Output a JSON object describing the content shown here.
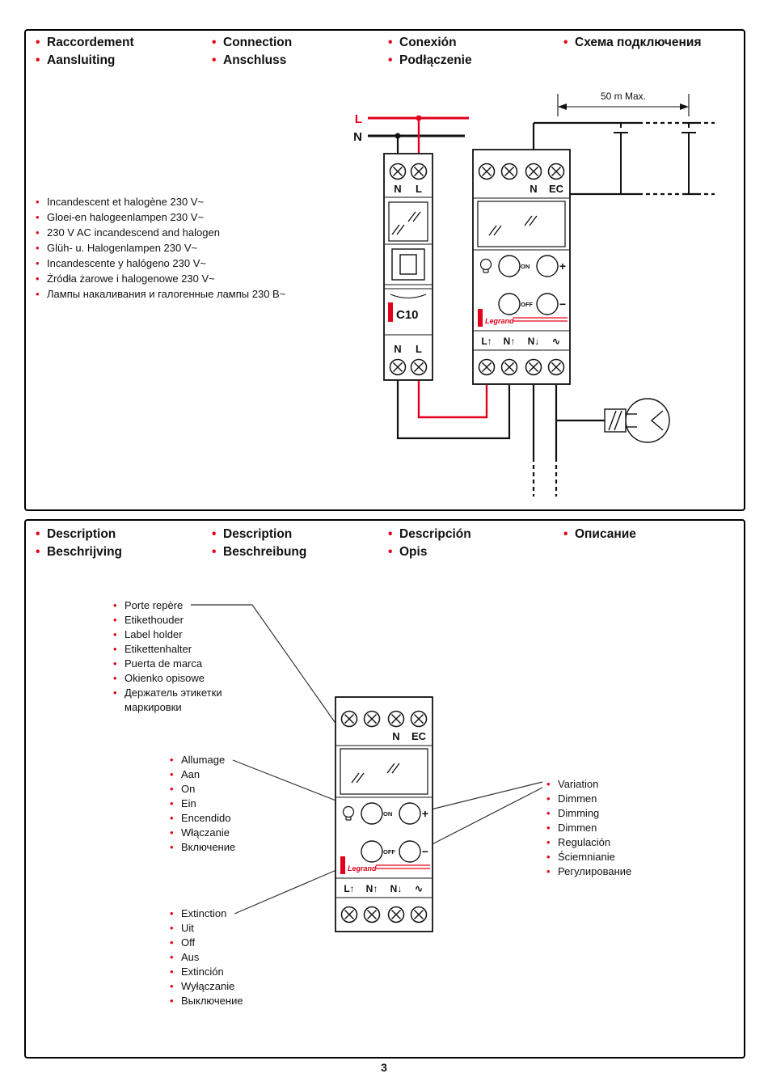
{
  "page": {
    "number": "3"
  },
  "colors": {
    "accent": "#e2001a"
  },
  "connection": {
    "headers": [
      {
        "lines": [
          "Raccordement",
          "Aansluiting"
        ]
      },
      {
        "lines": [
          "Connection",
          "Anschluss"
        ]
      },
      {
        "lines": [
          "Conexión",
          "Podłączenie"
        ]
      },
      {
        "lines": [
          "Схема подключения"
        ]
      }
    ],
    "lamp_types": [
      "Incandescent et halogène 230 V~",
      "Gloei-en halogeenlampen 230 V~",
      "230 V AC incandescend and halogen",
      "Glüh- u. Halogenlampen 230 V~",
      "Incandescente y halógeno 230 V~",
      "Żródła żarowe i halogenowe 230 V~",
      "Лампы накаливания и галогенные лампы 230 В~"
    ],
    "diagram": {
      "live_label": "L",
      "neutral_label": "N",
      "max_length_label": "50 m Max.",
      "breaker": {
        "top_n": "N",
        "top_l": "L",
        "rating": "C10",
        "bottom_n": "N",
        "bottom_l": "L"
      },
      "dimmer": {
        "top_n": "N",
        "top_ec": "EC",
        "on_label": "ON",
        "off_label": "OFF",
        "plus_label": "+",
        "minus_label": "−",
        "brand": "Legrand",
        "term_1": "L↑",
        "term_2": "N↑",
        "term_3": "N↓",
        "term_4": "∿"
      }
    }
  },
  "description": {
    "headers": [
      {
        "lines": [
          "Description",
          "Beschrijving"
        ]
      },
      {
        "lines": [
          "Description",
          "Beschreibung"
        ]
      },
      {
        "lines": [
          "Descripción",
          "Opis"
        ]
      },
      {
        "lines": [
          "Описание"
        ]
      }
    ],
    "label_holder_labels": [
      "Porte repère",
      "Etikethouder",
      "Label holder",
      "Etikettenhalter",
      "Puerta de marca",
      "Okienko opisowe",
      "Держатель этикетки",
      "маркировки"
    ],
    "on_labels": [
      "Allumage",
      "Aan",
      "On",
      "Ein",
      "Encendido",
      "Włączanie",
      "Включение"
    ],
    "dimming_labels": [
      "Variation",
      "Dimmen",
      "Dimming",
      "Dimmen",
      "Regulación",
      "Ściemnianie",
      "Регулирование"
    ],
    "off_labels": [
      "Extinction",
      "Uit",
      "Off",
      "Aus",
      "Extinción",
      "Wyłączanie",
      "Выключение"
    ],
    "dimmer": {
      "top_n": "N",
      "top_ec": "EC",
      "on_label": "ON",
      "off_label": "OFF",
      "plus_label": "+",
      "minus_label": "−",
      "brand": "Legrand",
      "term_1": "L↑",
      "term_2": "N↑",
      "term_3": "N↓",
      "term_4": "∿"
    }
  }
}
